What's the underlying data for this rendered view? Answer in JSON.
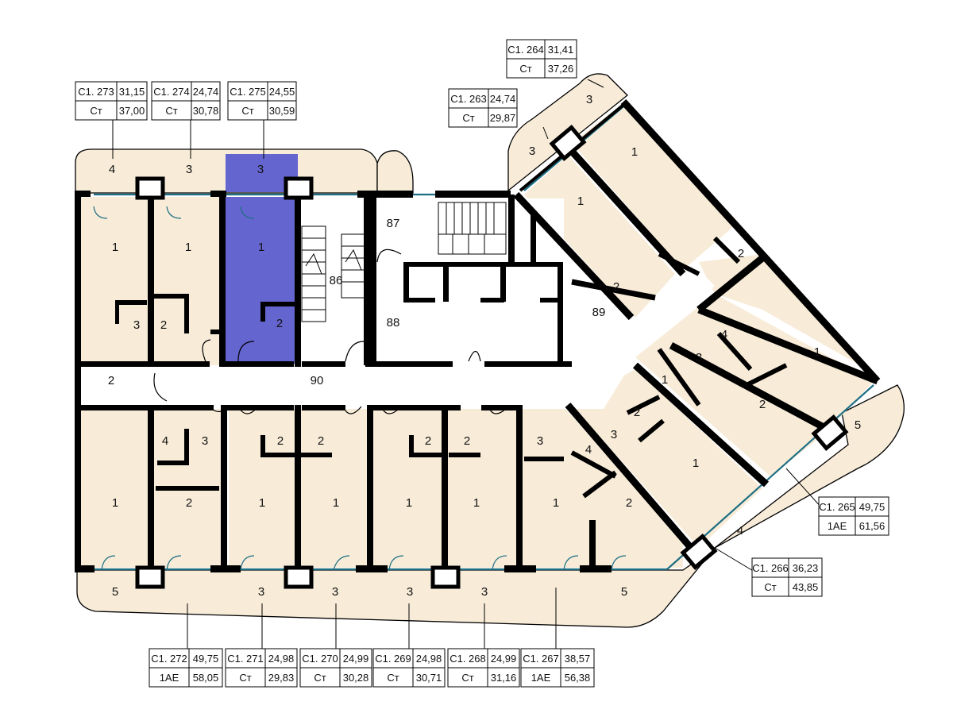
{
  "units": [
    {
      "id": "С1. 273",
      "area": "31,15",
      "type": "Ст",
      "total": "37,00"
    },
    {
      "id": "С1. 274",
      "area": "24,74",
      "type": "Ст",
      "total": "30,78"
    },
    {
      "id": "С1. 275",
      "area": "24,55",
      "type": "Ст",
      "total": "30,59"
    },
    {
      "id": "С1. 263",
      "area": "24,74",
      "type": "Ст",
      "total": "29,87"
    },
    {
      "id": "С1. 264",
      "area": "31,41",
      "type": "Ст",
      "total": "37,26"
    },
    {
      "id": "С1. 265",
      "area": "49,75",
      "type": "1АЕ",
      "total": "61,56"
    },
    {
      "id": "С1. 266",
      "area": "36,23",
      "type": "Ст",
      "total": "43,85"
    },
    {
      "id": "С1. 272",
      "area": "49,75",
      "type": "1АЕ",
      "total": "58,05"
    },
    {
      "id": "С1. 271",
      "area": "24,98",
      "type": "Ст",
      "total": "29,83"
    },
    {
      "id": "С1. 270",
      "area": "24,99",
      "type": "Ст",
      "total": "30,28"
    },
    {
      "id": "С1. 269",
      "area": "24,98",
      "type": "Ст",
      "total": "30,71"
    },
    {
      "id": "С1. 268",
      "area": "24,99",
      "type": "Ст",
      "total": "31,16"
    },
    {
      "id": "С1. 267",
      "area": "38,57",
      "type": "1АЕ",
      "total": "56,38"
    }
  ],
  "selected_unit": "С1. 275",
  "colors": {
    "selected": "#6565cf",
    "room_fill": "#f8ecd9",
    "glazing": "#1e6f83",
    "walls": "#000000"
  },
  "room_labels": {
    "top": [
      "4",
      "3",
      "3",
      "1",
      "1",
      "1",
      "3",
      "2",
      "2",
      "2"
    ],
    "core": [
      "87",
      "86",
      "88",
      "89",
      "90"
    ],
    "right": [
      "3",
      "3",
      "1",
      "1",
      "2",
      "2",
      "4",
      "3",
      "1",
      "2",
      "5",
      "1",
      "2",
      "4",
      "3",
      "1",
      "2",
      "3",
      "4",
      "4",
      "5"
    ],
    "bottom": [
      "2",
      "4",
      "3",
      "1",
      "2",
      "1",
      "2",
      "1",
      "2",
      "1",
      "2",
      "1",
      "3",
      "1",
      "2",
      "5",
      "3",
      "3",
      "3",
      "3",
      "5"
    ]
  }
}
